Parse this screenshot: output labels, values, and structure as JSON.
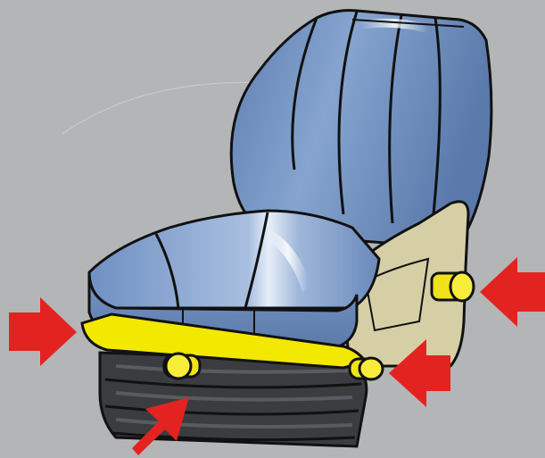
{
  "scene": {
    "subject": "seat-illustration",
    "colors": {
      "background": "#b4b5b7",
      "cushion_blue": "#6d8fc0",
      "cushion_highlight": "#dfe8f4",
      "bracket_beige": "#d6cfa6",
      "rail_yellow": "#f3e800",
      "knob_yellow": "#f0e21a",
      "bellows_dark": "#3a3a3e",
      "arrow_red": "#e3231f",
      "outline": "#111111"
    },
    "arrows": [
      {
        "name": "arrow-left",
        "points_to": "seat-rail-front"
      },
      {
        "name": "arrow-right",
        "points_to": "adjustment-knob-side"
      },
      {
        "name": "arrow-bottom-left",
        "points_to": "adjustment-knob-front"
      },
      {
        "name": "arrow-bottom-right",
        "points_to": "adjustment-knob-rear"
      }
    ]
  }
}
